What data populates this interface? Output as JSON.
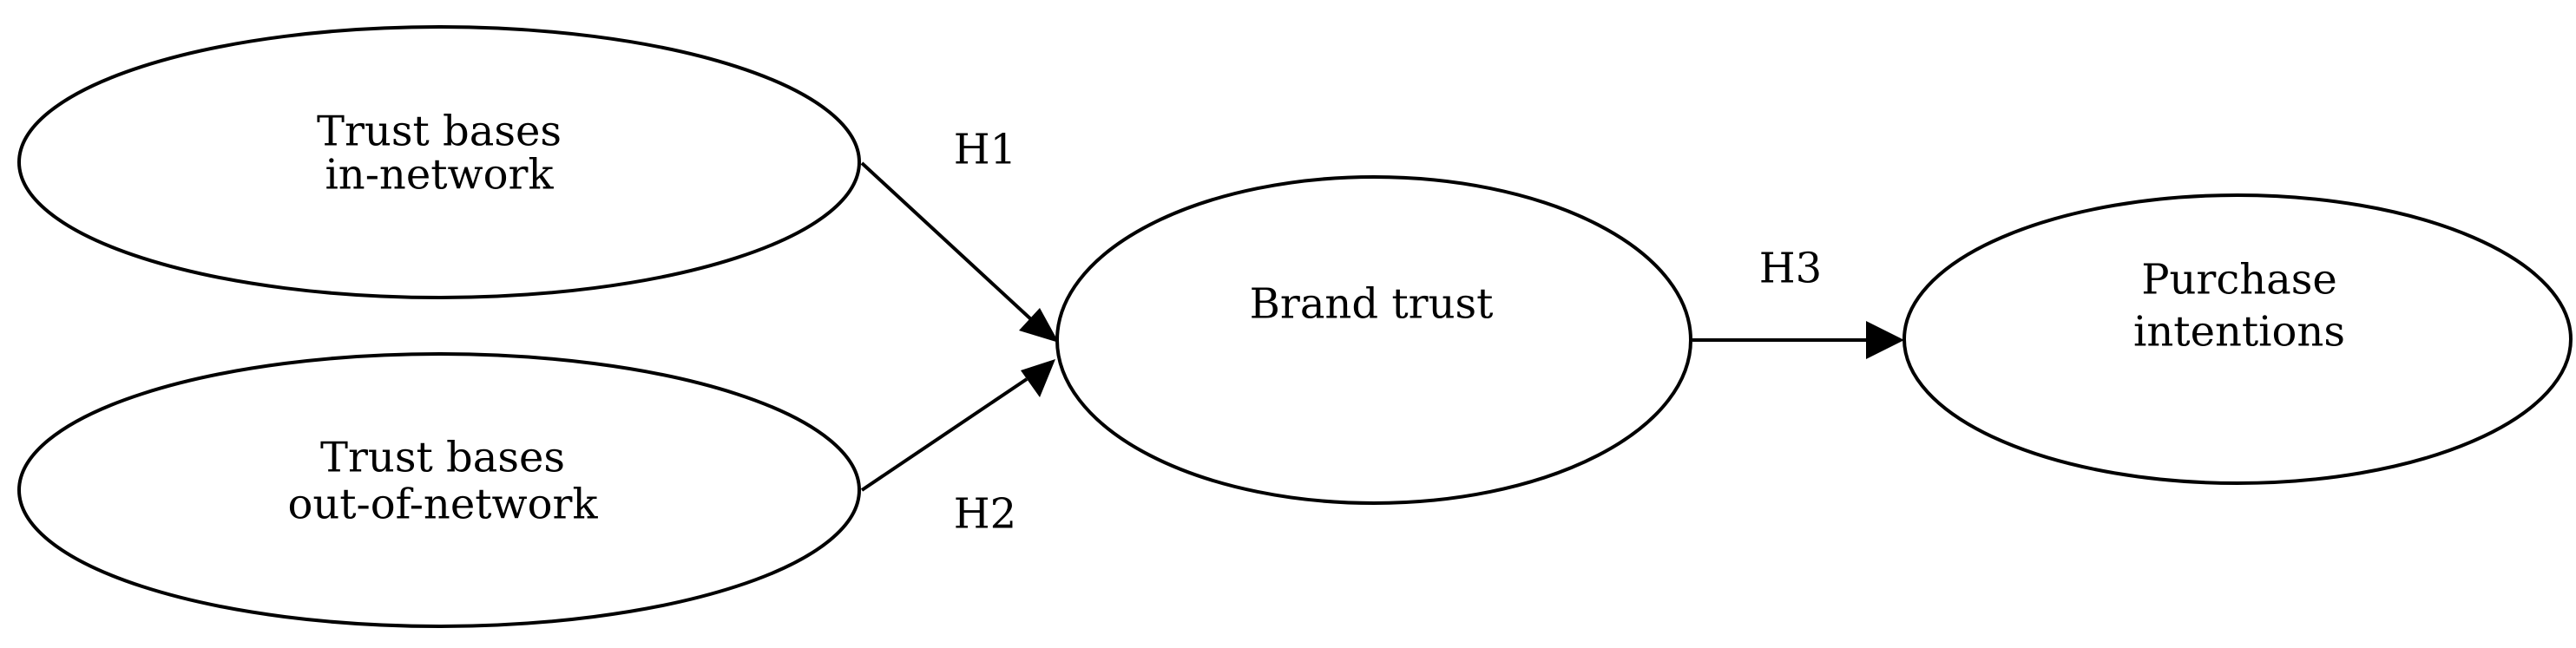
{
  "nodes": {
    "trust_in": {
      "lines": [
        "Trust bases",
        "in-network"
      ]
    },
    "trust_out": {
      "lines": [
        "Trust bases",
        "out-of-network"
      ]
    },
    "brand_trust": {
      "lines": [
        "Brand trust"
      ]
    },
    "purchase": {
      "lines": [
        "Purchase",
        "intentions"
      ]
    }
  },
  "edges": {
    "h1": {
      "label": "H1",
      "from": "Trust bases in-network",
      "to": "Brand trust"
    },
    "h2": {
      "label": "H2",
      "from": "Trust bases out-of-network",
      "to": "Brand trust"
    },
    "h3": {
      "label": "H3",
      "from": "Brand trust",
      "to": "Purchase intentions"
    }
  }
}
